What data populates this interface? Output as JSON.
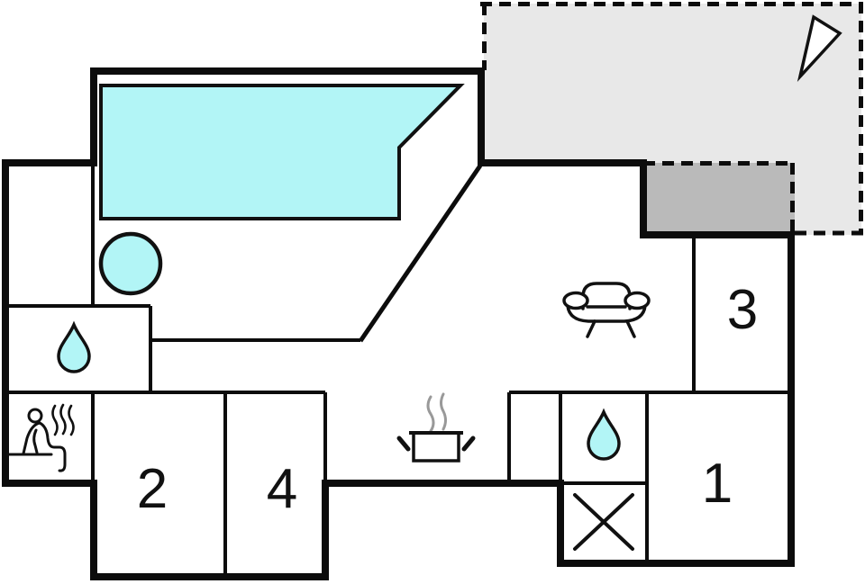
{
  "plan": {
    "type": "holiday-home-floor-plan",
    "rooms": [
      {
        "id": "room-1",
        "label": "1"
      },
      {
        "id": "room-2",
        "label": "2"
      },
      {
        "id": "room-3",
        "label": "3"
      },
      {
        "id": "room-4",
        "label": "4"
      }
    ],
    "icons": [
      {
        "name": "swimming-pool",
        "shape": "cyan-polygon"
      },
      {
        "name": "hot-tub",
        "shape": "cyan-circle"
      },
      {
        "name": "water-drop-bathroom-left",
        "shape": "cyan-teardrop"
      },
      {
        "name": "water-drop-bathroom-right",
        "shape": "cyan-teardrop"
      },
      {
        "name": "sauna",
        "shape": "person-on-bench-with-steam"
      },
      {
        "name": "cooking-pot",
        "shape": "pot-with-steam"
      },
      {
        "name": "sofa",
        "shape": "couch-outline"
      },
      {
        "name": "cross-marker",
        "shape": "x-in-box"
      },
      {
        "name": "north-arrow",
        "shape": "white-triangle-needle"
      },
      {
        "name": "terrace",
        "shape": "dashed-light-gray-area"
      },
      {
        "name": "covered-terrace",
        "shape": "dark-gray-rectangle"
      }
    ],
    "colors": {
      "water": "#b2f5f6",
      "terrace": "#e8e8e8",
      "covered_terrace": "#bababa",
      "wall": "#0c0c0c",
      "steam": "#999999",
      "background": "#ffffff"
    }
  }
}
